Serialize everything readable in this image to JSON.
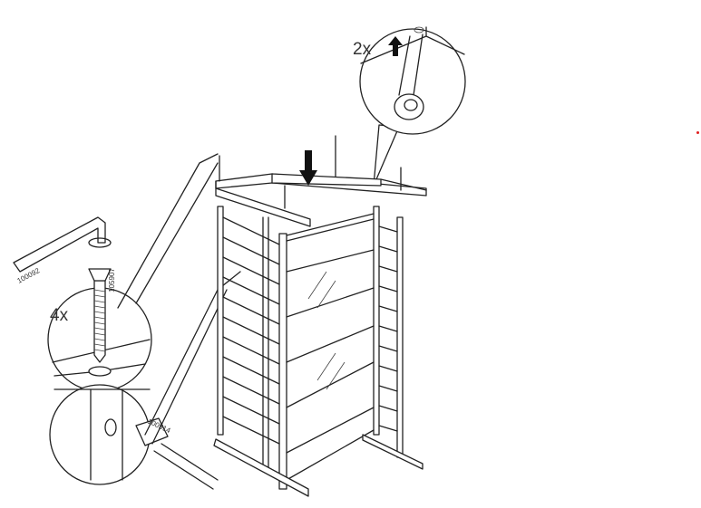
{
  "callouts": {
    "top_qty": "2x",
    "left_qty": "4x"
  },
  "part_numbers": {
    "allen_key": "100092",
    "bolt": "105907",
    "barrel_nut": "100514"
  },
  "colors": {
    "line": "#222222",
    "marker": "#e02020"
  }
}
